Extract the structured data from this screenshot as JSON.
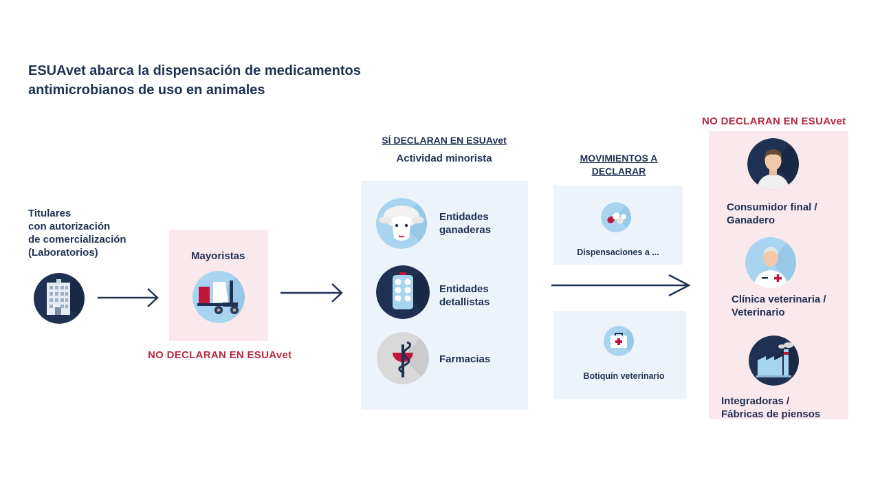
{
  "title": {
    "line1": "ESUAvet abarca la dispensación de medicamentos",
    "line2": "antimicrobianos de uso en animales"
  },
  "titulares": {
    "line1": "Titulares",
    "line2": "con autorización",
    "line3": "de comercialización",
    "line4": "(Laboratorios)",
    "icon": "building-icon"
  },
  "mayoristas": {
    "label": "Mayoristas",
    "icon": "forklift-icon",
    "note": "NO DECLARAN EN ESUAvet"
  },
  "minorista": {
    "heading": "SÍ DECLARAN EN ESUAvet",
    "subheading": "Actividad minorista",
    "items": [
      {
        "line1": "Entidades",
        "line2": "ganaderas",
        "icon": "sheep-icon"
      },
      {
        "line1": "Entidades",
        "line2": "detallistas",
        "icon": "pill-blister-icon"
      },
      {
        "line1": "Farmacias",
        "line2": "",
        "icon": "pharmacy-caduceus-icon"
      }
    ]
  },
  "movimientos": {
    "heading_line1": "MOVIMIENTOS A",
    "heading_line2": "DECLARAR",
    "items": [
      {
        "label": "Dispensaciones a ...",
        "icon": "capsules-icon"
      },
      {
        "label": "Botiquín veterinario",
        "icon": "first-aid-kit-icon"
      }
    ]
  },
  "destinos": {
    "heading": "NO DECLARAN EN ESUAvet",
    "items": [
      {
        "line1": "Consumidor final /",
        "line2": "Ganadero",
        "icon": "farmer-icon"
      },
      {
        "line1": "Clínica veterinaria /",
        "line2": "Veterinario",
        "icon": "veterinarian-icon"
      },
      {
        "line1": "Integradoras /",
        "line2": "Fábricas de piensos",
        "icon": "factory-icon"
      }
    ]
  },
  "colors": {
    "navy": "#1f3152",
    "red": "#b8283f",
    "pink_panel": "#f9e8ec",
    "blue_panel": "#edf3fa",
    "light_blue": "#a9d4ef"
  }
}
